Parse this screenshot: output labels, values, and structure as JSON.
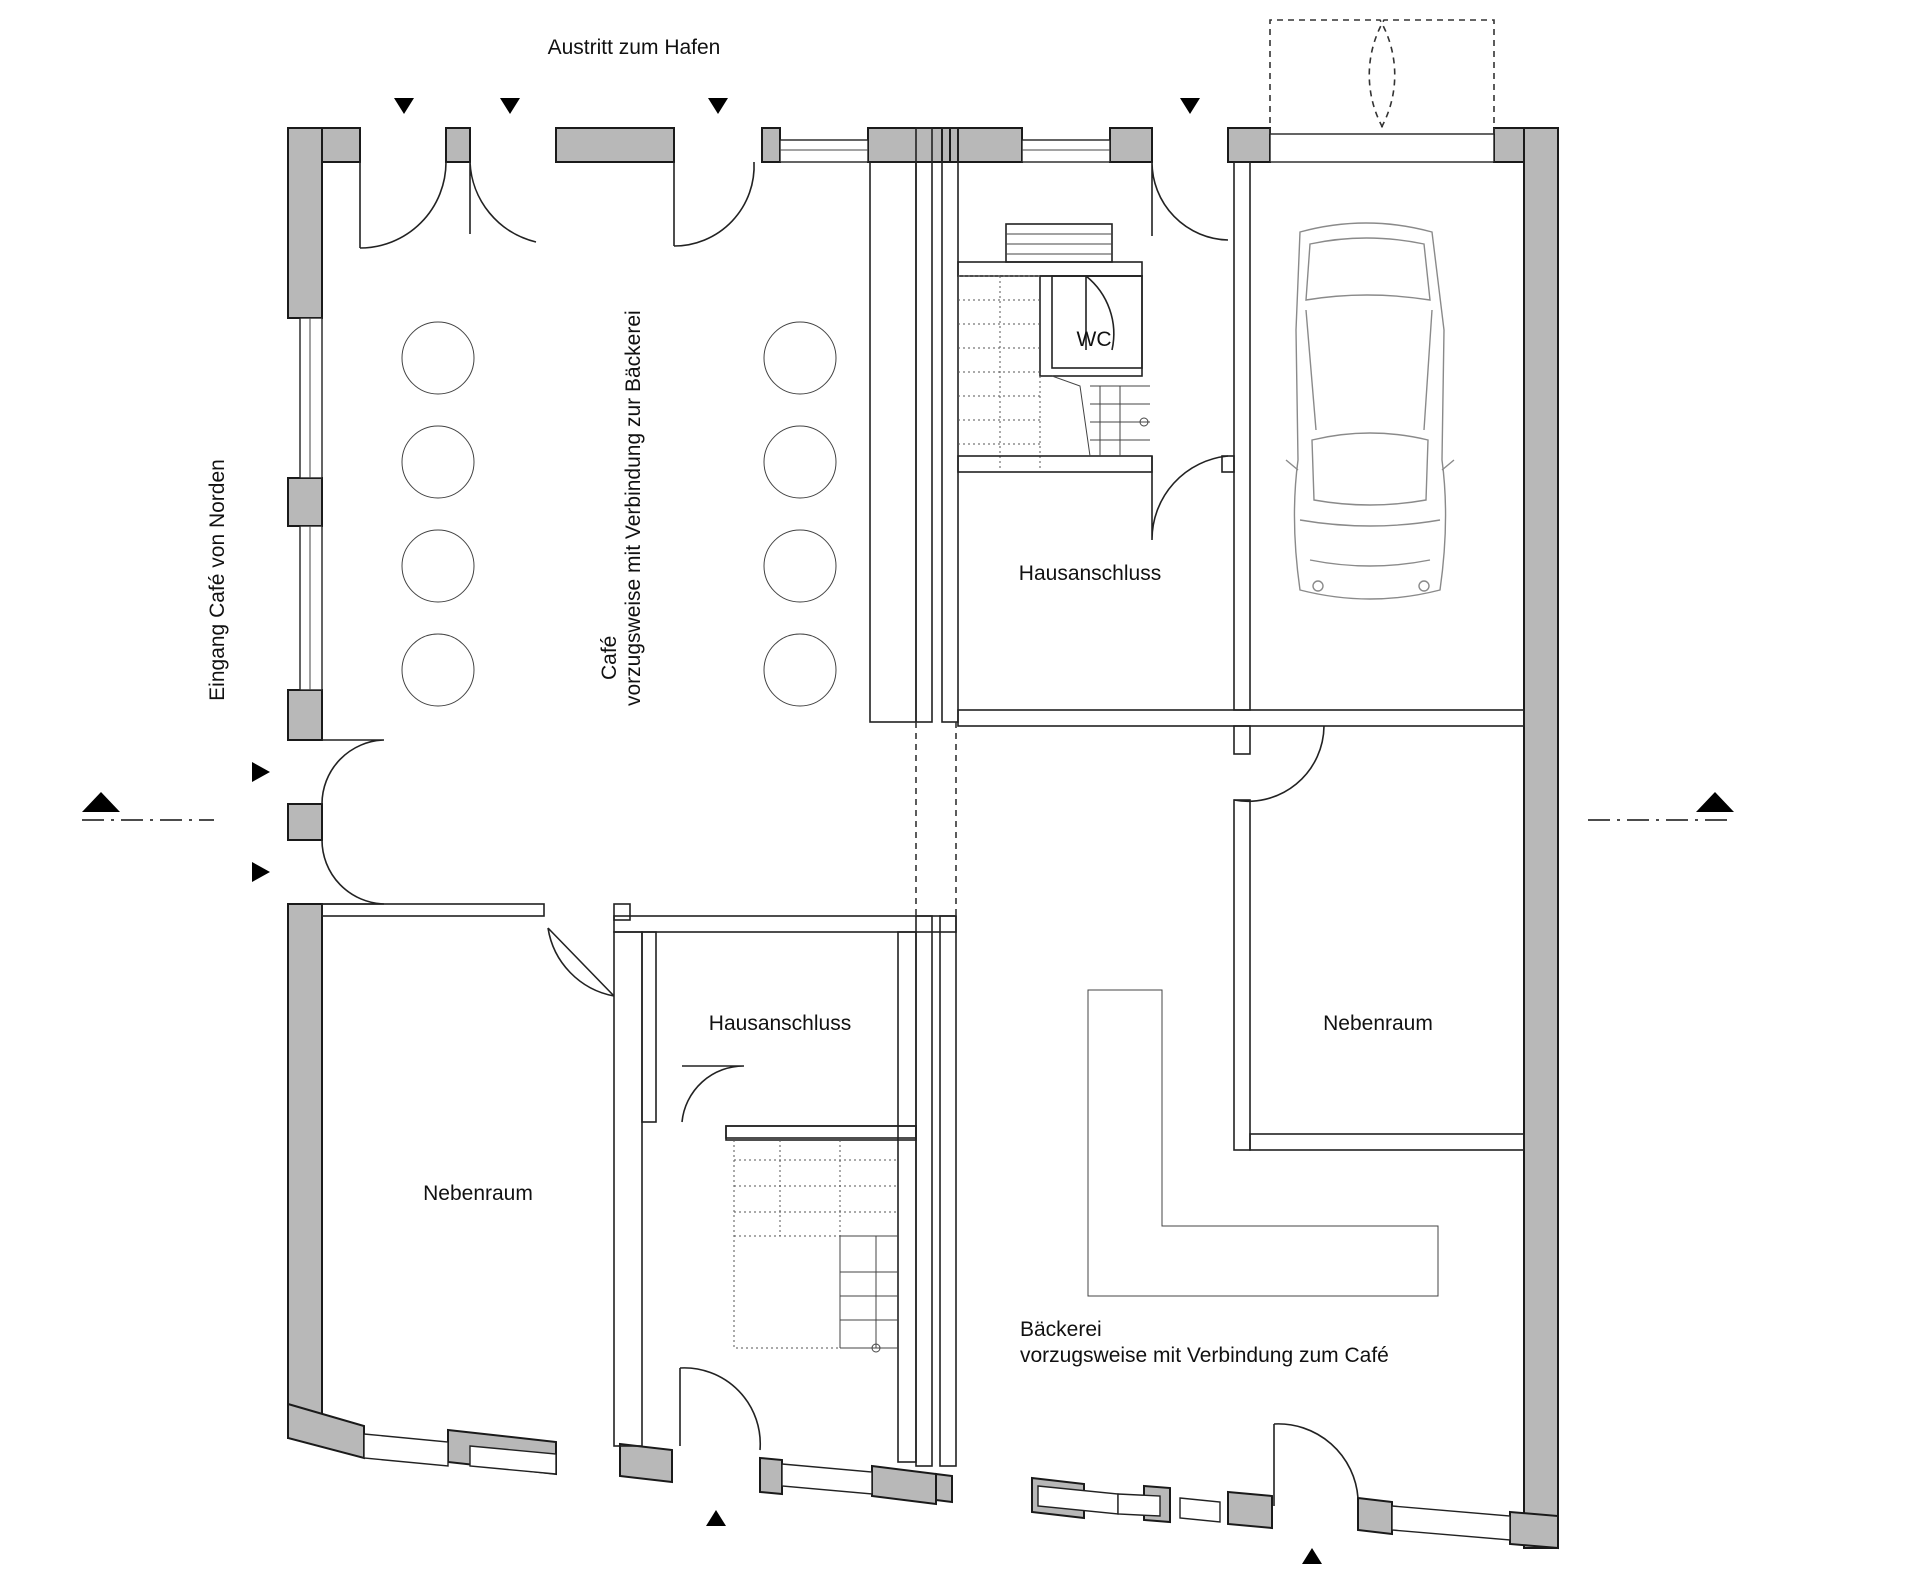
{
  "labels": {
    "top_exit": "Austritt zum Hafen",
    "north_entrance": "Eingang Café von Norden",
    "cafe_title": "Café",
    "cafe_subtitle": "vorzugsweise mit Verbindung zur Bäckerei",
    "wc": "WC",
    "hausanschluss_upper": "Hausanschluss",
    "hausanschluss_lower": "Hausanschluss",
    "nebenraum_right": "Nebenraum",
    "nebenraum_left": "Nebenraum",
    "baeckerei_title": "Bäckerei",
    "baeckerei_subtitle": "vorzugsweise mit Verbindung zum Café"
  },
  "colors": {
    "wall_fill": "#b8b8b8",
    "line": "#1a1a1a",
    "car_outline": "#8a8a8a"
  },
  "icons": {
    "entrance_marker": "triangle-marker",
    "section_marker": "section-cut-marker",
    "table": "round-table-icon",
    "car": "car-icon"
  }
}
